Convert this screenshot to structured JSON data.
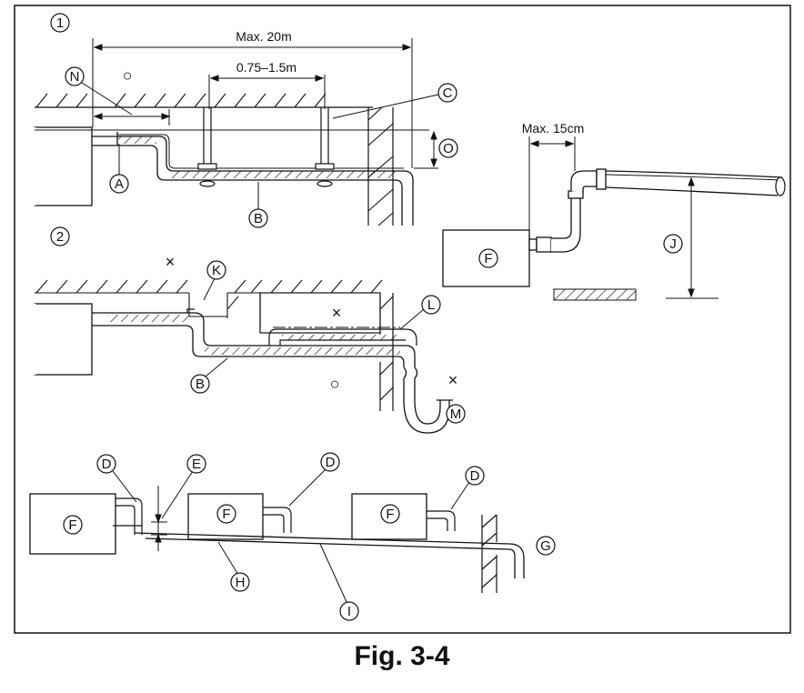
{
  "figure": {
    "caption": "Fig. 3-4",
    "section1_number": "1",
    "section2_number": "2"
  },
  "dimensions": {
    "max_length": "Max. 20m",
    "support_spacing": "0.75–1.5m",
    "max_rise": "Max. 15cm"
  },
  "callouts": {
    "A": "A",
    "B": "B",
    "C": "C",
    "D": "D",
    "E": "E",
    "F": "F",
    "G": "G",
    "H": "H",
    "I": "I",
    "J": "J",
    "K": "K",
    "L": "L",
    "M": "M",
    "N": "N",
    "O": "O"
  },
  "marks": {
    "good": "○",
    "bad": "×"
  }
}
